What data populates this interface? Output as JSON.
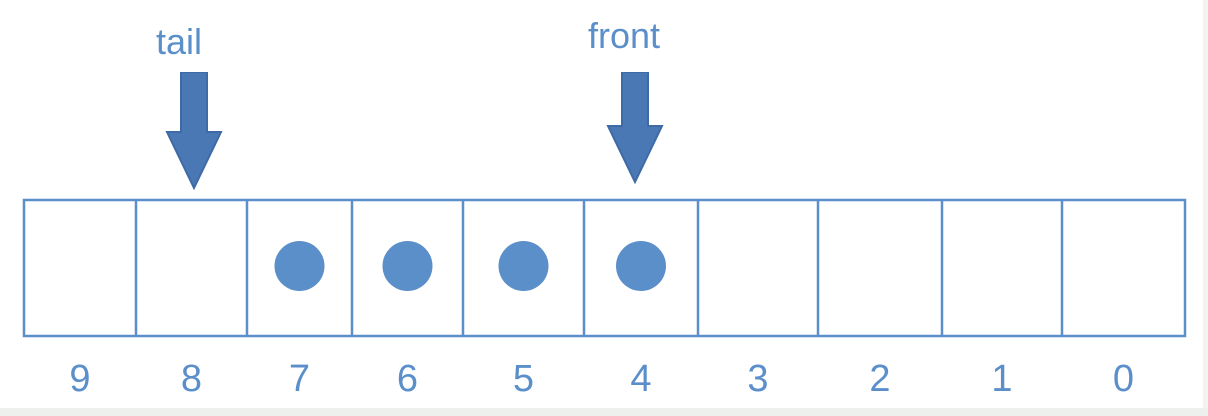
{
  "pointers": {
    "tail": {
      "label": "tail",
      "index": 8
    },
    "front": {
      "label": "front",
      "index": 4
    }
  },
  "array": {
    "indices": [
      "9",
      "8",
      "7",
      "6",
      "5",
      "4",
      "3",
      "2",
      "1",
      "0"
    ],
    "filled": [
      false,
      false,
      true,
      true,
      true,
      true,
      false,
      false,
      false,
      false
    ]
  },
  "colors": {
    "cell_border": "#5b8fca",
    "dot": "#5b8fca",
    "arrow_fill": "#4a78b4",
    "arrow_stroke": "#3e6aa6",
    "label": "#5b8fca"
  }
}
